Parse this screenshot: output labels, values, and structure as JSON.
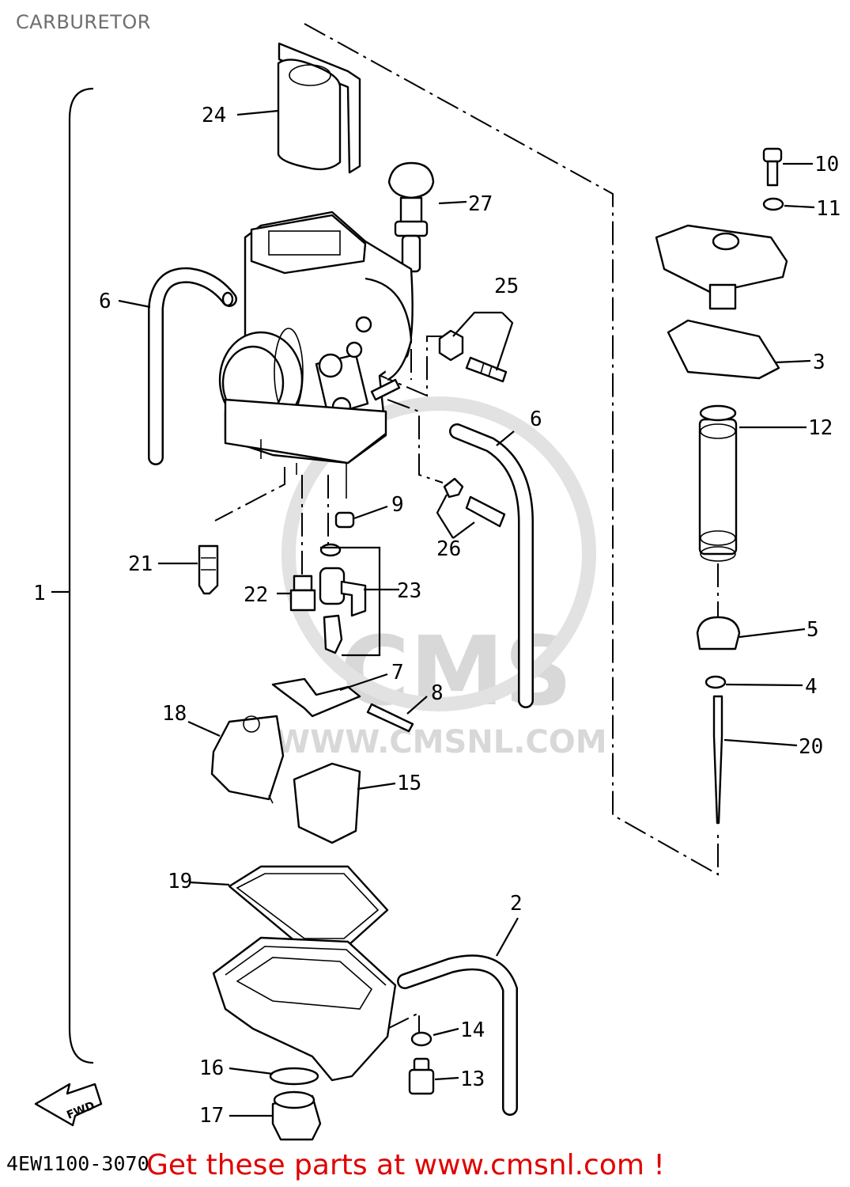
{
  "title": "CARBURETOR",
  "watermark": {
    "brand": "CMS",
    "url": "WWW.CMSNL.COM"
  },
  "fwd_label": "FWD",
  "part_code": "4EW1100-3070",
  "footer": "Get these parts at www.cmsnl.com !",
  "callouts": [
    "1",
    "2",
    "3",
    "4",
    "5",
    "6",
    "6",
    "7",
    "8",
    "9",
    "10",
    "11",
    "12",
    "13",
    "14",
    "15",
    "16",
    "17",
    "18",
    "19",
    "20",
    "21",
    "22",
    "23",
    "24",
    "25",
    "26",
    "27"
  ],
  "colors": {
    "footer": "#e00000",
    "watermark": "#d8d8d8",
    "title": "#6e6e6e"
  }
}
